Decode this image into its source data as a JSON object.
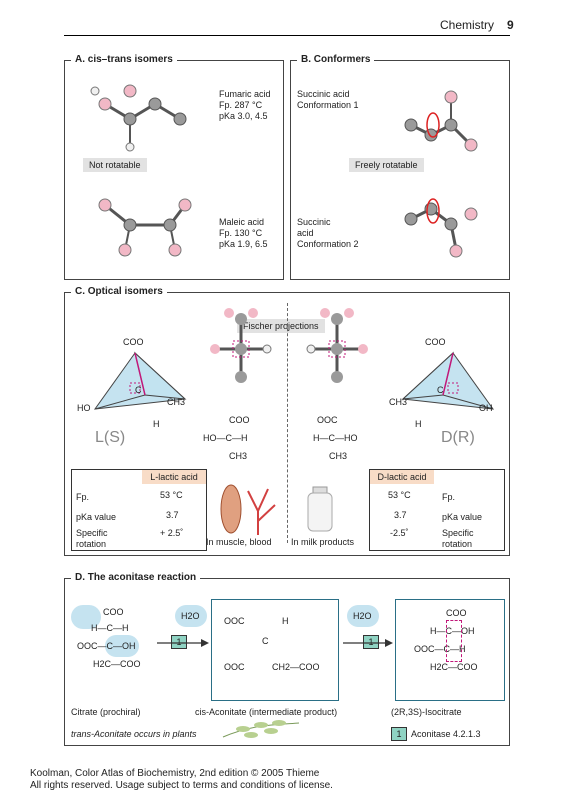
{
  "header": {
    "section": "Chemistry",
    "page": "9"
  },
  "panelA": {
    "title": "A. cis–trans isomers",
    "fumaric": {
      "name": "Fumaric acid",
      "fp": "Fp. 287 °C",
      "pka": "pKa 3.0, 4.5"
    },
    "tag": "Not rotatable",
    "maleic": {
      "name": "Maleic acid",
      "fp": "Fp. 130 °C",
      "pka": "pKa 1.9, 6.5"
    }
  },
  "panelB": {
    "title": "B. Conformers",
    "conf1": {
      "line1": "Succinic acid",
      "line2": "Conformation 1"
    },
    "tag": "Freely rotatable",
    "conf2": {
      "line1": "Succinic",
      "line2": "acid",
      "line3": "Conformation 2"
    }
  },
  "panelC": {
    "title": "C. Optical isomers",
    "fischer_tag": "Fischer projections",
    "left": {
      "coo": "COO",
      "ho": "HO",
      "c": "C",
      "ch3": "CH3",
      "h": "H",
      "label": "L(S)"
    },
    "right": {
      "coo": "COO",
      "oh": "OH",
      "c": "C",
      "ch3": "CH3",
      "h": "H",
      "label": "D(R)"
    },
    "fischerL": {
      "coo": "COO",
      "mid": "HO—C—H",
      "ch3": "CH3"
    },
    "fischerD": {
      "coo": "OOC",
      "mid": "H—C—HO",
      "ch3": "CH3"
    },
    "table": {
      "l_header": "L-lactic acid",
      "d_header": "D-lactic acid",
      "rows": [
        {
          "label": "Fp.",
          "l": "53 °C",
          "d": "53 °C"
        },
        {
          "label": "pKa value",
          "l": "3.7",
          "d": "3.7"
        },
        {
          "label": "Specific rotation",
          "l": "+ 2.5˚",
          "d": "-2.5˚"
        }
      ],
      "muscle": "In muscle, blood",
      "milk": "In milk products"
    }
  },
  "panelD": {
    "title": "D. The aconitase reaction",
    "h2o_left": "H2O",
    "h2o_right": "H2O",
    "enzyme_num": "1",
    "citrate": {
      "coo_top": "COO",
      "r1": "H—C—H",
      "r2": "OOC—C—OH",
      "r3": "H2C—COO",
      "label": "Citrate (prochiral)"
    },
    "aconitate": {
      "ooc": "OOC",
      "h": "H",
      "c": "C",
      "r": "OOC",
      "ch2": "CH2—COO",
      "label": "cis-Aconitate (intermediate product)"
    },
    "isocitrate": {
      "coo_top": "COO",
      "r1": "H—C—OH",
      "r2": "OOC—C—H",
      "r3": "H2C—COO",
      "label": "(2R,3S)-Isocitrate"
    },
    "trans_note": "trans-Aconitate occurs in plants",
    "enzyme_label": "Aconitase 4.2.1.3"
  },
  "footer": {
    "line1": "Koolman, Color Atlas of Biochemistry, 2nd edition © 2005 Thieme",
    "line2": "All rights reserved. Usage subject to terms and conditions of license."
  },
  "colors": {
    "atom_o": "#f2b8c6",
    "atom_c": "#9a9a9a",
    "atom_h": "#f0f0f0",
    "accent_blue": "#9fd0e6",
    "enzyme": "#8fd3c3",
    "table_header": "#f8dcc7"
  }
}
